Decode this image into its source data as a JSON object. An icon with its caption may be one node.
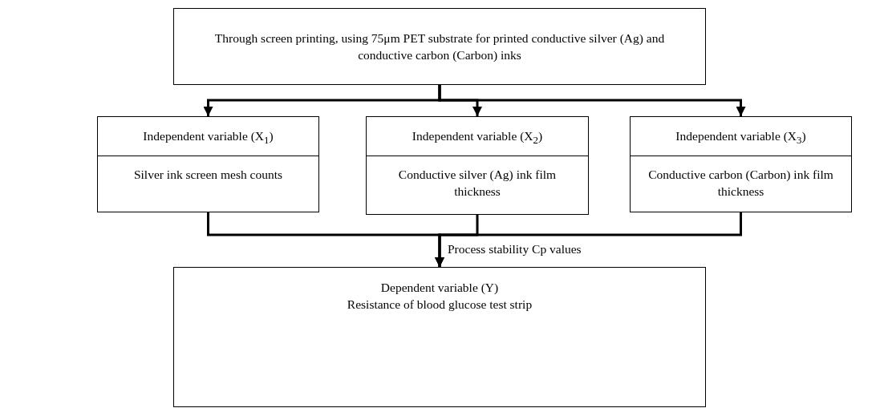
{
  "diagram": {
    "nodes": [
      {
        "text": [
          "Through screen printing, using 75μm PET substrate for printed conductive silver (Ag) and conductive carbon (Carbon) inks"
        ]
      },
      {
        "text": [
          "Independent variable (X$_{1}$)",
          "Silver ink screen mesh counts"
        ]
      },
      {
        "text": [
          "Independent variable (X$_{2}$)",
          "Conductive silver (Ag) ink film thickness"
        ]
      },
      {
        "text": [
          "Independent variable (X$_{3}$)",
          "Conductive carbon (Carbon) ink film thickness"
        ]
      },
      {
        "text": [
          "Dependent variable (Y)",
          "Resistance of blood glucose test strip"
        ]
      }
    ],
    "edges": [
      {
        "from": 0,
        "to": 1,
        "arrow": "to"
      },
      {
        "from": 0,
        "to": 2,
        "arrow": "to"
      },
      {
        "from": 0,
        "to": 3,
        "arrow": "to"
      },
      {
        "from": 1,
        "to": 4,
        "arrow": "to"
      },
      {
        "from": 2,
        "to": 4,
        "arrow": "to",
        "label": "Process stability Cp values"
      },
      {
        "from": 3,
        "to": 4,
        "arrow": "to"
      }
    ]
  }
}
